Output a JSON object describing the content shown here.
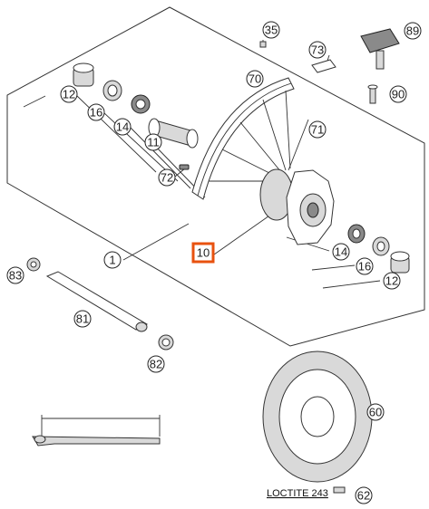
{
  "diagram": {
    "callouts": [
      "35",
      "73",
      "89",
      "12",
      "70",
      "90",
      "16",
      "14",
      "11",
      "71",
      "72",
      "1",
      "10",
      "14",
      "83",
      "16",
      "12",
      "81",
      "82",
      "60",
      "62"
    ],
    "highlight_color": "#e8520f",
    "note": "LOCTITE 243"
  }
}
